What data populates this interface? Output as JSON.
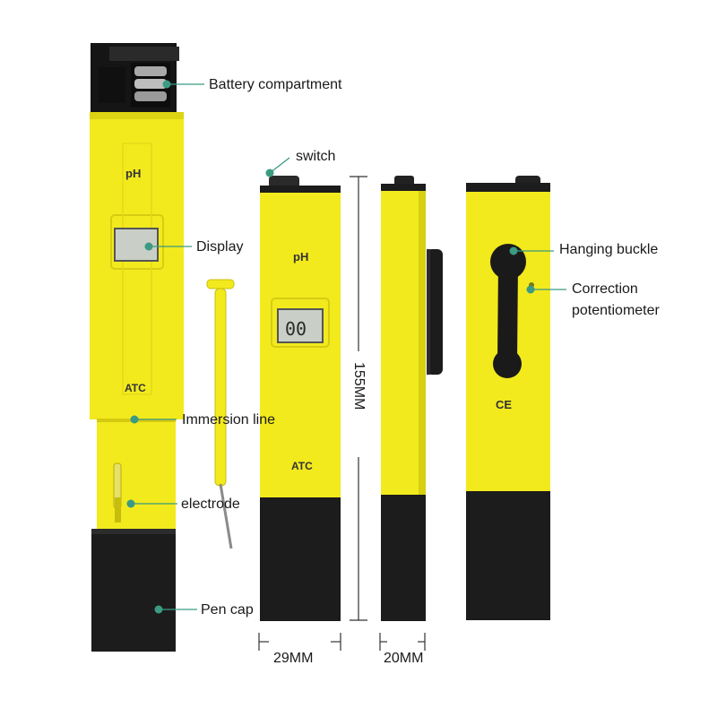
{
  "colors": {
    "body_yellow": "#f2ea1d",
    "body_yellow_dark": "#d8cf10",
    "cap_black": "#1c1c1c",
    "leader_teal": "#3a9a82",
    "display_gray": "#c9cfc6"
  },
  "device1": {
    "ph_text": "pH",
    "atc_text": "ATC"
  },
  "device2": {
    "ph_text": "pH",
    "atc_text": "ATC",
    "display_reading": "00"
  },
  "labels": {
    "battery": "Battery compartment",
    "display": "Display",
    "immersion": "Immersion line",
    "electrode": "electrode",
    "pen_cap": "Pen cap",
    "switch": "switch",
    "hanging_buckle": "Hanging buckle",
    "correction_line1": "Correction",
    "correction_line2": "potentiometer"
  },
  "dimensions": {
    "height": "155MM",
    "width_front": "29MM",
    "width_side": "20MM"
  }
}
